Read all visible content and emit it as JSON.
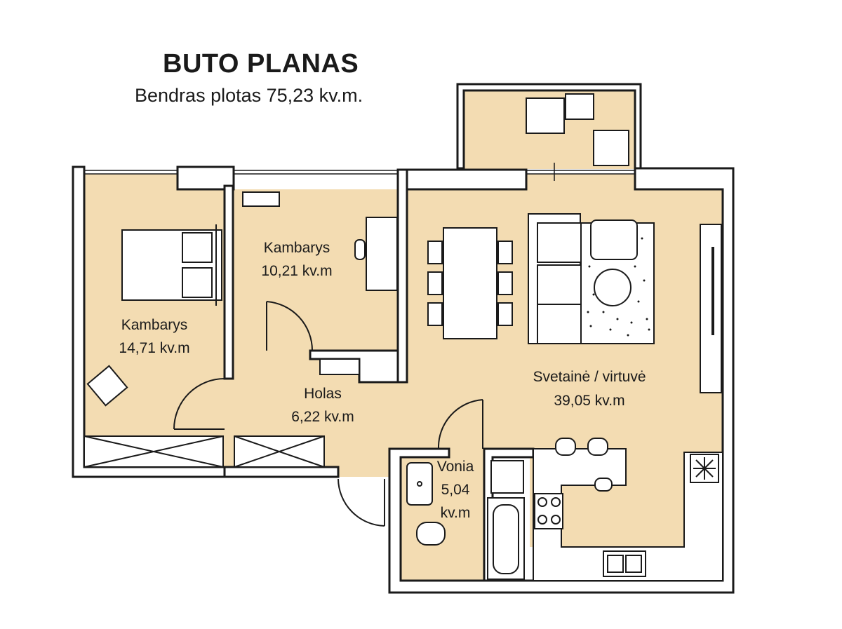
{
  "header": {
    "title": "BUTO PLANAS",
    "subtitle": "Bendras plotas 75,23 kv.m."
  },
  "colors": {
    "floor": "#f3dcb2",
    "wall": "#1a1a1a",
    "furniture": "#ffffff"
  },
  "rooms": {
    "bedroom_large": {
      "name": "Kambarys",
      "area": "14,71 kv.m"
    },
    "bedroom_small": {
      "name": "Kambarys",
      "area": "10,21 kv.m"
    },
    "hall": {
      "name": "Holas",
      "area": "6,22 kv.m"
    },
    "living": {
      "name": "Svetainė / virtuvė",
      "area": "39,05 kv.m"
    },
    "bath": {
      "name": "Vonia",
      "area_value": "5,04",
      "area_unit": "kv.m"
    }
  }
}
